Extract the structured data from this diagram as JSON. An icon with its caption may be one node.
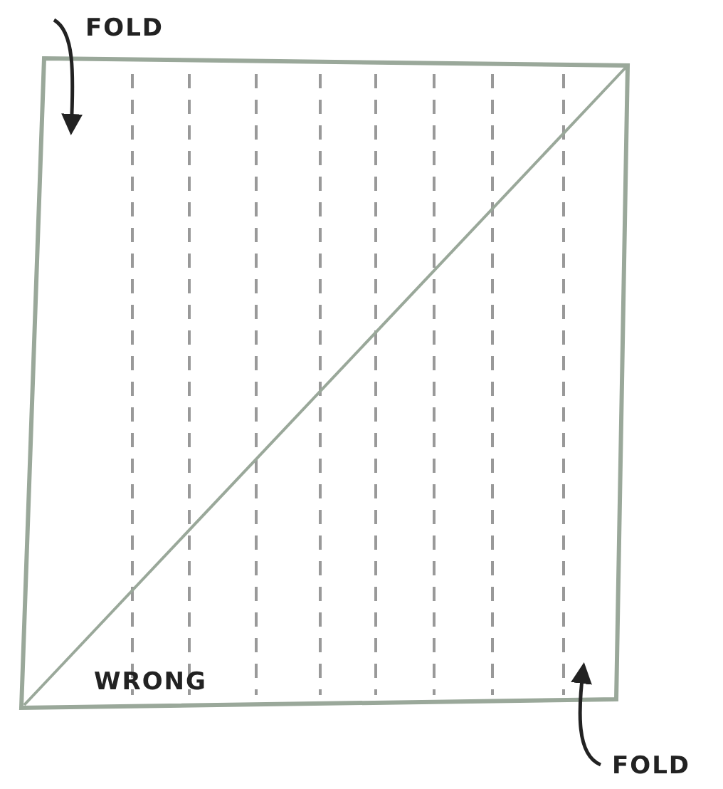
{
  "diagram": {
    "labels": [
      "FOLD",
      "WRONG",
      "FOLD"
    ]
  }
}
